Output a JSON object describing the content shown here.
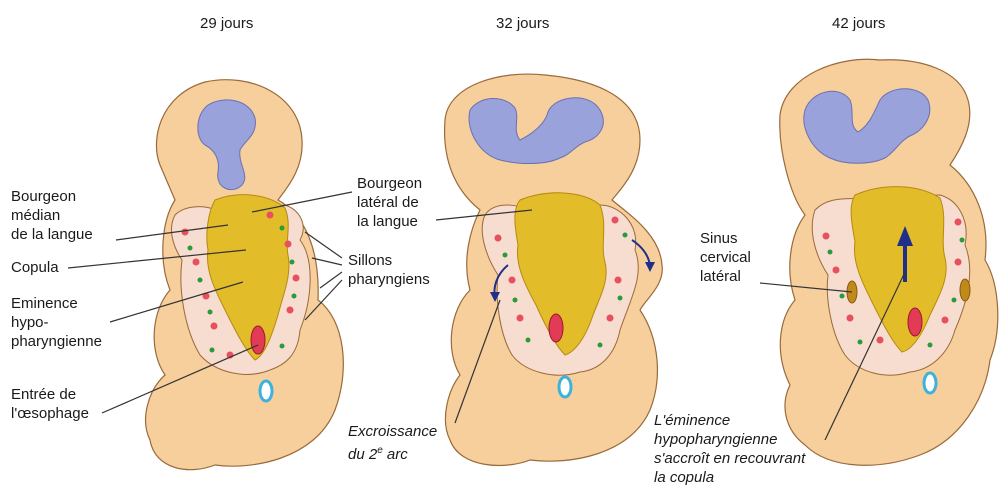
{
  "panels": [
    {
      "title": "29 jours"
    },
    {
      "title": "32 jours"
    },
    {
      "title": "42 jours"
    }
  ],
  "labels": {
    "bourgeon_median_l1": "Bourgeon",
    "bourgeon_median_l2": "médian",
    "bourgeon_median_l3": "de la langue",
    "copula": "Copula",
    "eminence_l1": "Eminence",
    "eminence_l2": "hypo-",
    "eminence_l3": "pharyngienne",
    "entree_l1": "Entrée de",
    "entree_l2": "l'œsophage",
    "bourgeon_lateral_l1": "Bourgeon",
    "bourgeon_lateral_l2": "latéral de",
    "bourgeon_lateral_l3": "la langue",
    "sillons_l1": "Sillons",
    "sillons_l2": "pharyngiens",
    "excroissance_l1": "Excroissance",
    "excroissance_l2_pre": "du 2",
    "excroissance_l2_sup": "e",
    "excroissance_l2_post": " arc",
    "sinus_l1": "Sinus",
    "sinus_l2": "cervical",
    "sinus_l3": "latéral",
    "eminence_note_l1": "L'éminence",
    "eminence_note_l2": "hypopharyngienne",
    "eminence_note_l3": "s'accroît en recouvrant",
    "eminence_note_l4": "la copula"
  },
  "colors": {
    "skin": "#f6cf9c",
    "skin_dark": "#eab57a",
    "outline": "#9a6a3a",
    "brain": "#9aa2dc",
    "brain_light": "#c9cdee",
    "pink": "#f7dcd0",
    "yellow": "#e3bc2a",
    "yellow_dark": "#b58a10",
    "red": "#e23b55",
    "cyan": "#3fb2dc",
    "dot_red": "#e8505f",
    "dot_green": "#2a9a3a",
    "arrow": "#1f2f8a",
    "leader": "#333333"
  }
}
